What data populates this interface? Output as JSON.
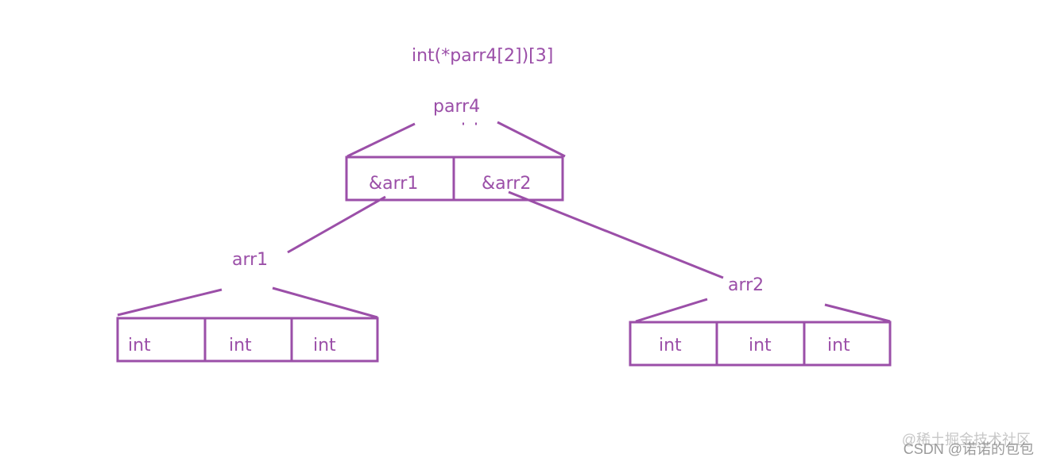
{
  "diagram": {
    "title": "int(*parr4[2])[3]",
    "root_label": "parr4",
    "root_cells": [
      "&arr1",
      "&arr2"
    ],
    "left_label": "arr1",
    "left_cells": [
      "int",
      "int",
      "int"
    ],
    "right_label": "arr2",
    "right_cells": [
      "int",
      "int",
      "int"
    ],
    "stroke_color": "#9b4fa8"
  },
  "watermark": {
    "line1": "@稀土掘金技术社区",
    "line2": "CSDN @诺诺的包包"
  }
}
